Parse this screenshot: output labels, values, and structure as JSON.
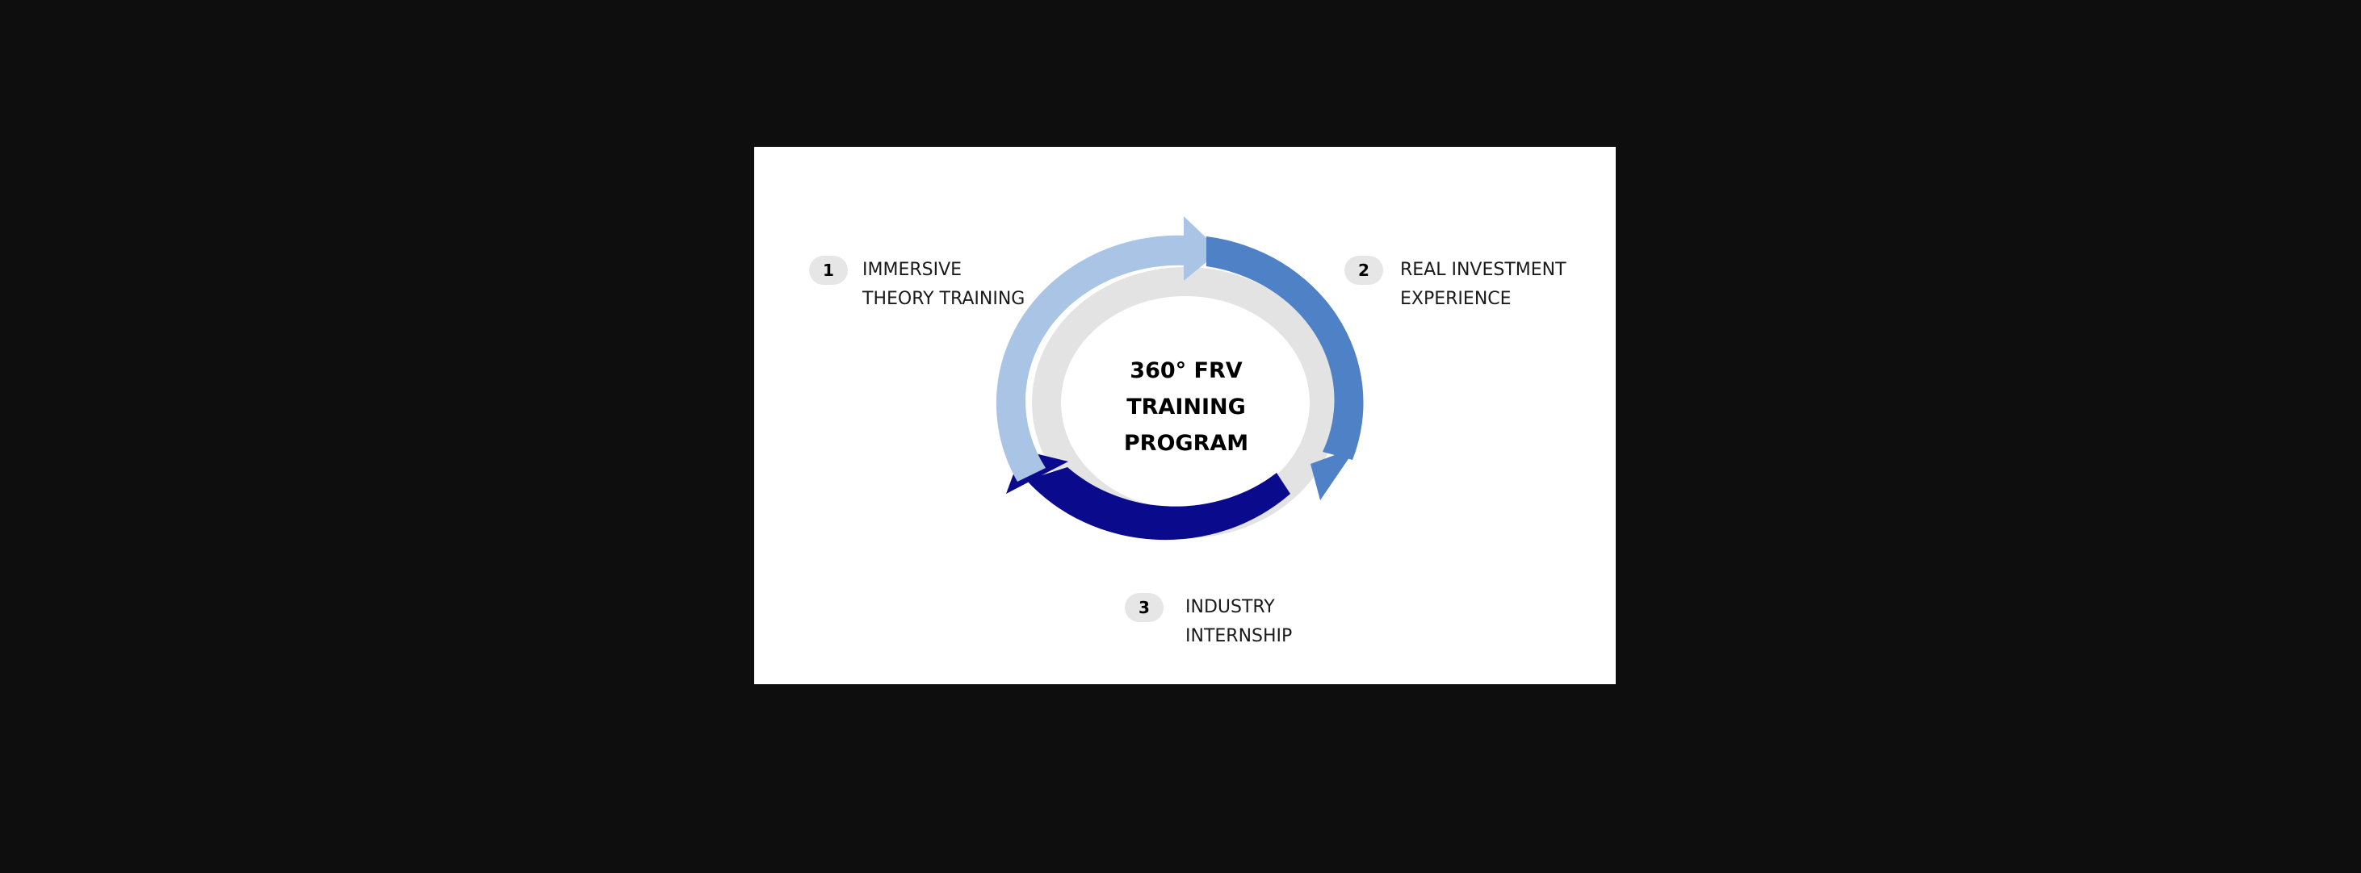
{
  "diagram": {
    "center_title_lines": [
      "360° FRV",
      "TRAINING",
      "PROGRAM"
    ],
    "steps": [
      {
        "number": "1",
        "lines": [
          "IMMERSIVE",
          "THEORY TRAINING"
        ],
        "color": "#a9c4e4"
      },
      {
        "number": "2",
        "lines": [
          "REAL INVESTMENT",
          "EXPERIENCE"
        ],
        "color": "#4f81c6"
      },
      {
        "number": "3",
        "lines": [
          "INDUSTRY",
          "INTERNSHIP"
        ],
        "color": "#0a0a8c"
      }
    ],
    "colors": {
      "background": "#0e0e0e",
      "slide": "#ffffff",
      "inner_ring": "#e3e3e3",
      "badge": "#e6e6e6"
    }
  }
}
